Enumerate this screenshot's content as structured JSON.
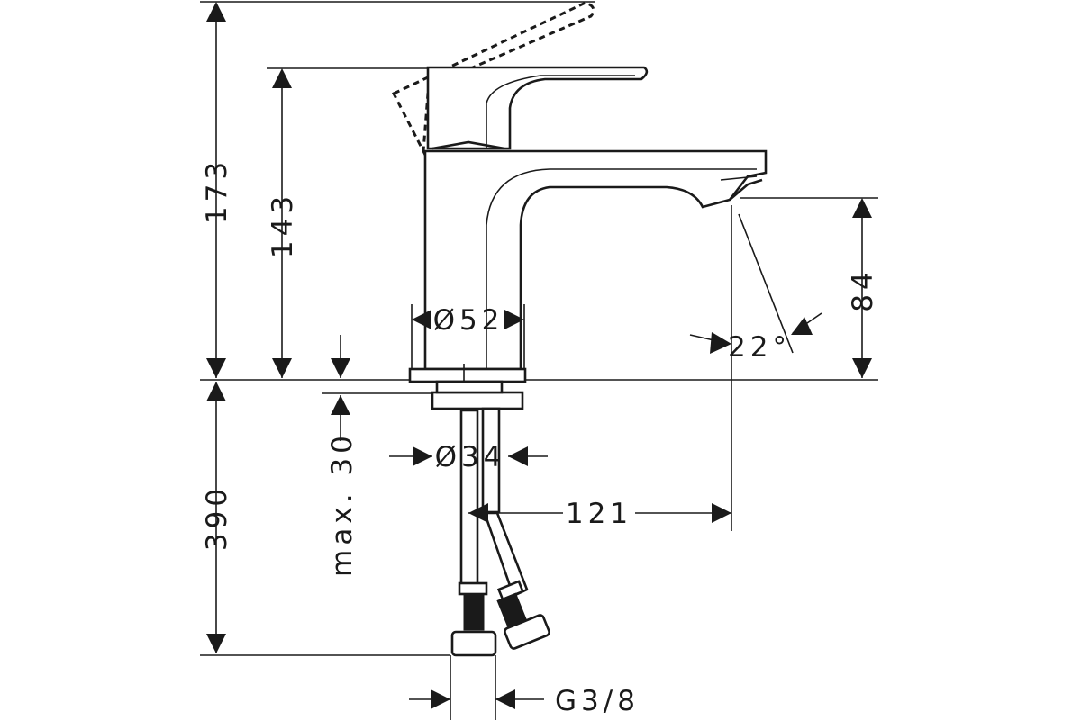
{
  "dimensions": {
    "total_height": "173",
    "spout_height": "143",
    "outlet_height": "84",
    "base_diameter": "Ø52",
    "shank_diameter": "Ø34",
    "spout_reach": "121",
    "hose_length": "390",
    "max_thickness": "max. 30",
    "spray_angle": "22°",
    "connection_thread": "G3/8"
  }
}
